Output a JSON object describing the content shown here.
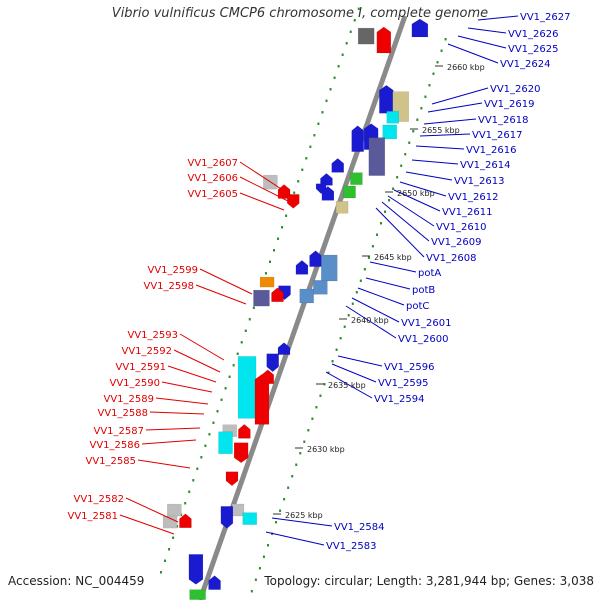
{
  "header": {
    "title": "Vibrio vulnificus CMCP6 chromosome I, complete genome"
  },
  "footer": {
    "accession": "Accession: NC_004459",
    "topology": "Topology: circular; Length: 3,281,944 bp; Genes: 3,038"
  },
  "colors": {
    "backbone": "#8a8a8a",
    "reverse_label": "#e00000",
    "forward_label": "#0000c0",
    "dots": "#2a8a2a",
    "gene_red": "#ee0000",
    "gene_blue": "#1a1ad0",
    "gene_cyan": "#00e5ee",
    "gene_grey": "#bdbdbd",
    "gene_darkgrey": "#666666",
    "gene_khaki": "#cfc38a",
    "gene_slate": "#5a5a9a",
    "gene_steel": "#5a8ec8",
    "gene_green": "#2ec02e",
    "gene_orange": "#f08a00"
  },
  "scale_labels": [
    "2660 kbp",
    "2655 kbp",
    "2650 kbp",
    "2645 kbp",
    "2640 kbp",
    "2635 kbp",
    "2630 kbp",
    "2625 kbp"
  ],
  "forward_labels": [
    "VV1_2627",
    "VV1_2626",
    "VV1_2625",
    "VV1_2624",
    "VV1_2620",
    "VV1_2619",
    "VV1_2618",
    "VV1_2617",
    "VV1_2616",
    "VV1_2614",
    "VV1_2613",
    "VV1_2612",
    "VV1_2611",
    "VV1_2610",
    "VV1_2609",
    "VV1_2608",
    "potA",
    "potB",
    "potC",
    "VV1_2601",
    "VV1_2600",
    "VV1_2596",
    "VV1_2595",
    "VV1_2594",
    "VV1_2584",
    "VV1_2583"
  ],
  "reverse_labels": [
    "VV1_2607",
    "VV1_2606",
    "VV1_2605",
    "VV1_2599",
    "VV1_2598",
    "VV1_2593",
    "VV1_2592",
    "VV1_2591",
    "VV1_2590",
    "VV1_2589",
    "VV1_2588",
    "VV1_2587",
    "VV1_2586",
    "VV1_2585",
    "VV1_2582",
    "VV1_2581"
  ]
}
